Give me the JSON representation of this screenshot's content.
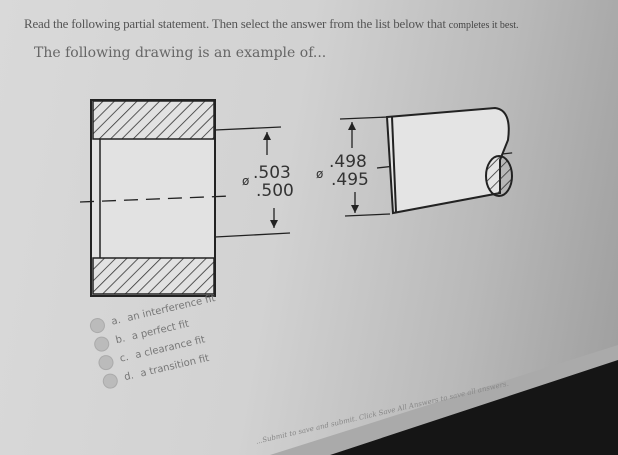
{
  "question": {
    "instruction": "Read the following partial statement. Then select the answer from the list below that ",
    "instruction_tail": "completes it best.",
    "stem": "The following drawing is an example of..."
  },
  "drawing": {
    "hole_upper": ".503",
    "hole_lower": ".500",
    "hole_symbol": "ø",
    "shaft_upper": ".498",
    "shaft_lower": ".495",
    "shaft_symbol": "ø"
  },
  "options": [
    {
      "letter": "a.",
      "label": "an interference fit"
    },
    {
      "letter": "b.",
      "label": "a perfect fit"
    },
    {
      "letter": "c.",
      "label": "a clearance fit"
    },
    {
      "letter": "d.",
      "label": "a transition fit"
    }
  ],
  "footer": "...Submit to save and submit. Click Save All Answers to save all answers."
}
